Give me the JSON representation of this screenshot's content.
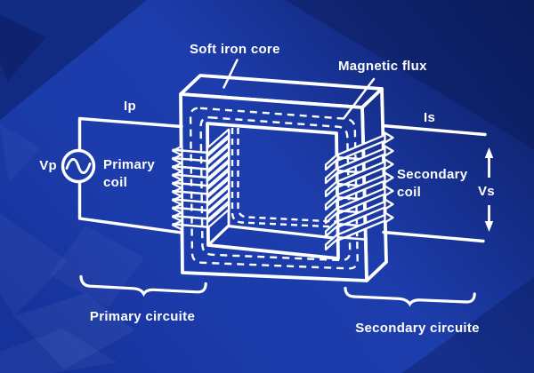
{
  "diagram": {
    "type": "transformer-schematic",
    "colors": {
      "line": "#ffffff",
      "background_deep": "#0a1b57",
      "background_mid": "#12297f",
      "background_bright": "#1d3dac",
      "background_edge": "#16329b"
    },
    "labels": {
      "soft_iron_core": "Soft iron core",
      "magnetic_flux": "Magnetic flux",
      "primary_current": "Ip",
      "secondary_current": "Is",
      "primary_voltage": "Vp",
      "secondary_voltage": "Vs",
      "primary_coil_line1": "Primary",
      "primary_coil_line2": "coil",
      "secondary_coil_line1": "Secondary",
      "secondary_coil_line2": "coil",
      "primary_circuit": "Primary circuite",
      "secondary_circuit": "Secondary circuite"
    },
    "icons": {
      "ac_source": "sine-wave-in-circle",
      "flux_lines": "dashed-loops",
      "vs_indicator": "double-vertical-arrow"
    },
    "primary_coil": {
      "turns": 10
    },
    "secondary_coil": {
      "turns": 7
    }
  }
}
